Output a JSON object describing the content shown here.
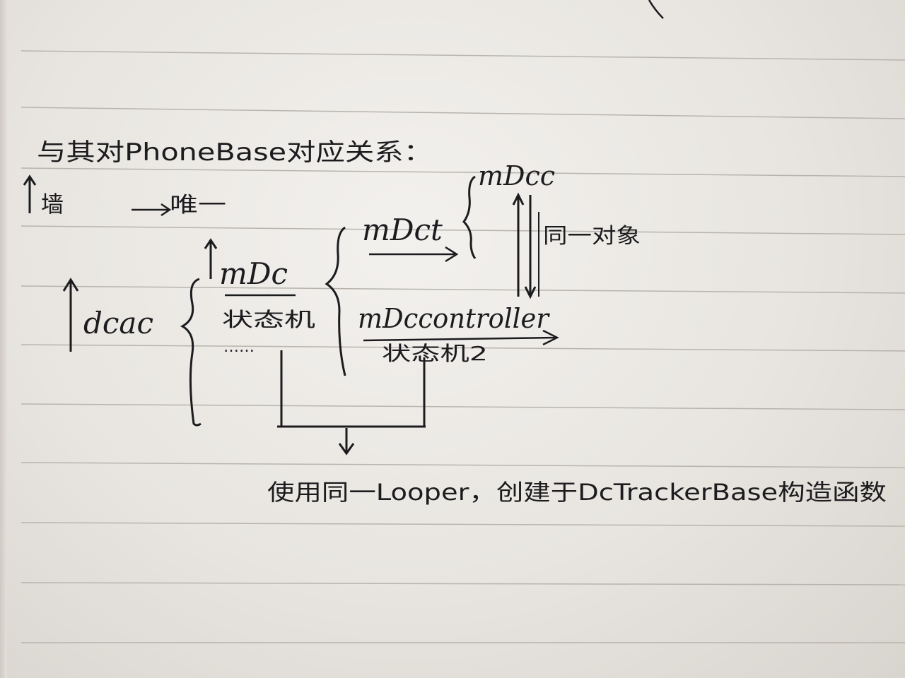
{
  "heading": "与其对PhoneBase对应关系：",
  "labels": {
    "wall": "墙",
    "only": "唯一",
    "dcac": "dcac",
    "mdc": "mDc",
    "state_machine_left": "状态机",
    "ellipsis": "……",
    "mdct": "mDct",
    "mdcc": "mDcc",
    "same_object": "同一对象",
    "mdccontroller": "mDccontroller",
    "state_machine_right": "状态机2"
  },
  "footer_note": "使用同一Looper，创建于DcTrackerBase构造函数",
  "colors": {
    "ink": "#1c1c1f",
    "ruled_line": "#b8b3ad",
    "paper": "#efece8"
  }
}
